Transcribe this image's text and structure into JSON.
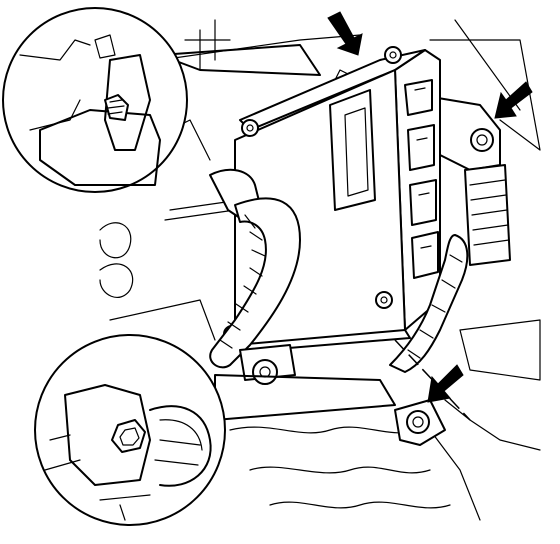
{
  "figure": {
    "subject": "electronic-control-module-removal",
    "arrow_count": 3,
    "callout_count": 2,
    "colors": {
      "line": "#000000",
      "background": "#ffffff"
    }
  }
}
